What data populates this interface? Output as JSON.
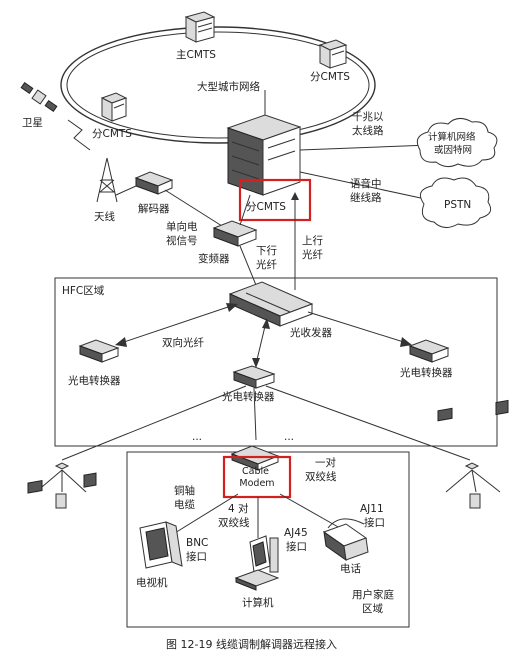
{
  "labels": {
    "main_cmts": "主CMTS",
    "sub_cmts_top_right": "分CMTS",
    "metro_network": "大型城市网络",
    "sub_cmts_left": "分CMTS",
    "satellite": "卫星",
    "antenna": "天线",
    "decoder": "解码器",
    "one_way_tv_signal": "单向电\n视信号",
    "sub_cmts_center": "分CMTS",
    "gigabit_ethernet": "千兆以\n太线路",
    "computer_network": "计算机网络\n或因特网",
    "voice_trunk": "语音中\n继线路",
    "pstn": "PSTN",
    "frequency_converter": "变频器",
    "downstream_fiber": "下行\n光纤",
    "upstream_fiber": "上行\n光纤",
    "hfc_area": "HFC区域",
    "optical_transceiver": "光收发器",
    "bidirectional_fiber": "双向光纤",
    "oe_converter_left": "光电转换器",
    "oe_converter_right": "光电转换器",
    "oe_converter_center": "光电转换器",
    "ellipsis_left": "...",
    "ellipsis_right": "...",
    "cable_modem": "Cable\nModem",
    "coax_cable": "铜轴\n电缆",
    "twisted_pair_1": "一对\n双绞线",
    "four_twisted_pair": "4 对\n双绞线",
    "aj11_port": "AJ11\n接口",
    "bnc_port": "BNC\n接口",
    "aj45_port": "AJ45\n接口",
    "tv": "电视机",
    "computer": "计算机",
    "phone": "电话",
    "home_area": "用户家庭\n区域"
  },
  "caption": "图 12-19   线缆调制解调器远程接入",
  "colors": {
    "highlight": "#d42020",
    "line": "#333333"
  },
  "icons": [
    "satellite-icon",
    "antenna-tower-icon",
    "server-icon",
    "cloud-icon",
    "tv-icon",
    "computer-icon",
    "phone-icon",
    "network-device-icon"
  ]
}
